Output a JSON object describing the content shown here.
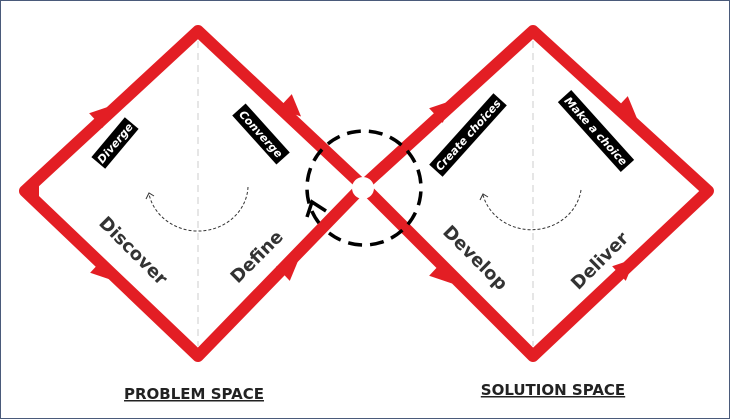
{
  "colors": {
    "diamond": "#e31e24",
    "tag_bg": "#000000",
    "text": "#333333"
  },
  "problem_space": {
    "title": "PROBLEM SPACE",
    "tags": {
      "diverge": "Diverge",
      "converge": "Converge"
    },
    "phases": {
      "discover": "Discover",
      "define": "Define"
    }
  },
  "solution_space": {
    "title": "SOLUTION SPACE",
    "tags": {
      "create": "Create choices",
      "make": "Make a choice"
    },
    "phases": {
      "develop": "Develop",
      "deliver": "Deliver"
    }
  }
}
